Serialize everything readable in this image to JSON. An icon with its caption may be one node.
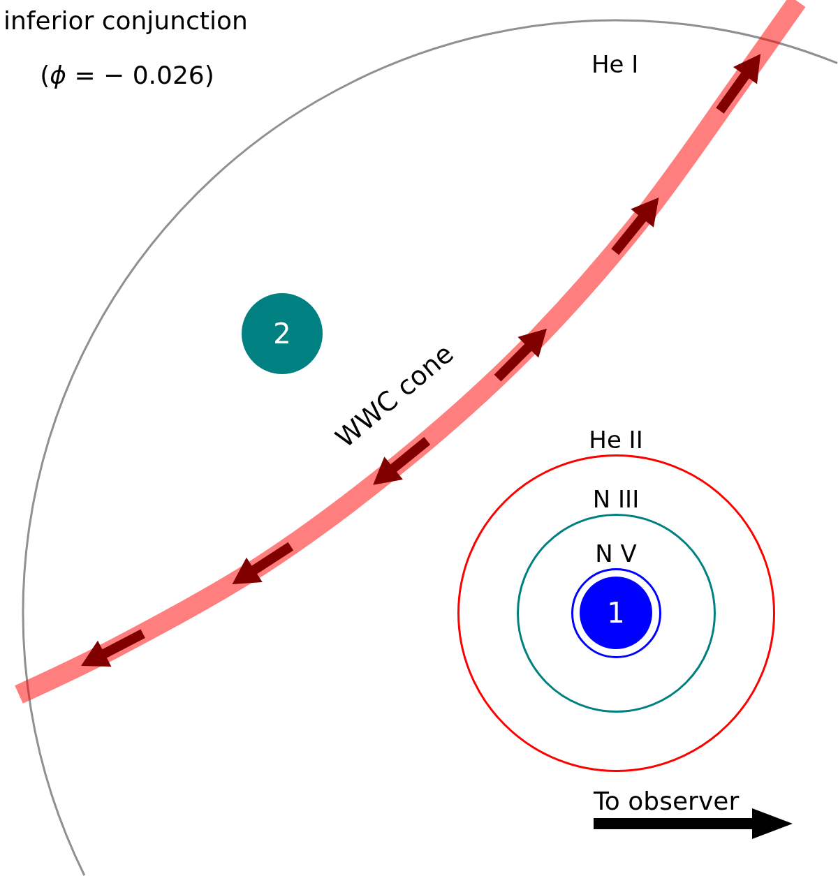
{
  "diagram": {
    "title": "inferior conjunction",
    "nodes": [
      {
        "text": [
          "2"
        ]
      },
      {
        "text": [
          "He II"
        ]
      },
      {
        "text": [
          "N III"
        ],
        "in": 1
      },
      {
        "text": [
          "N V"
        ],
        "in": 2
      },
      {
        "text": [
          "1"
        ],
        "in": 3
      }
    ],
    "labels": [
      "(*ϕ* = − 0.026)",
      "He I",
      "WWC cone",
      "To observer"
    ]
  }
}
